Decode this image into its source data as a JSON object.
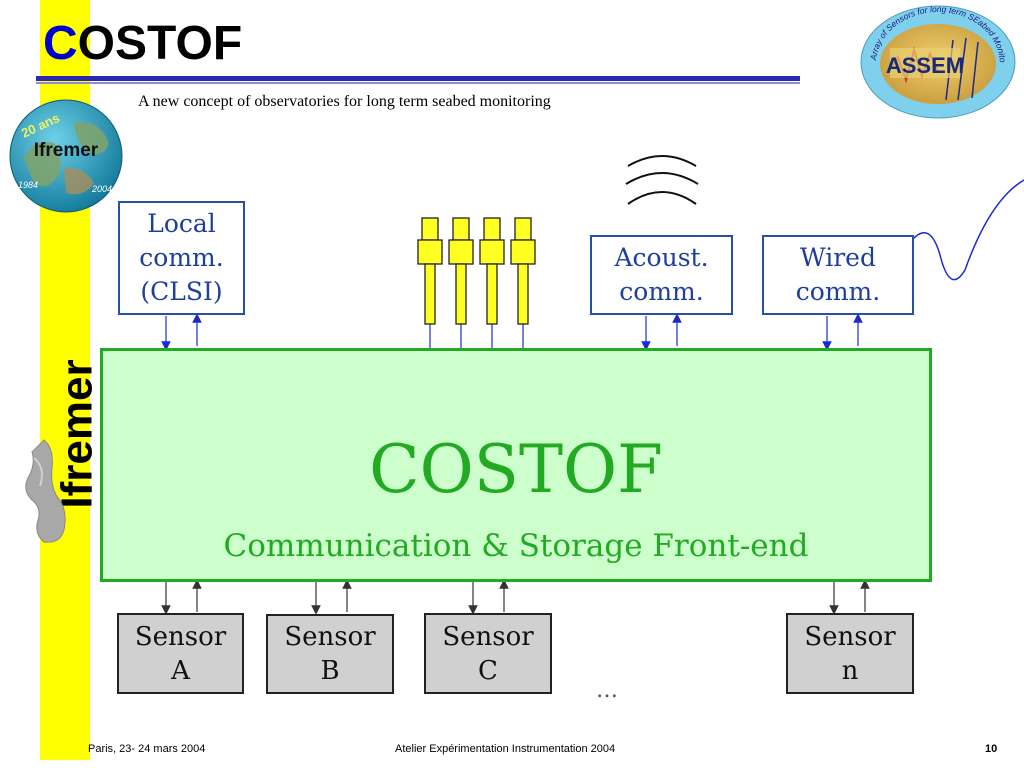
{
  "slide": {
    "title_first_letter": "C",
    "title_rest": "OSTOF",
    "subtitle": "A new concept of observatories for long term seabed monitoring",
    "vertical_label": "Ifremer"
  },
  "logos": {
    "ifremer_badge": "Ifremer",
    "ifremer_badge_years": "20 ans",
    "ifremer_badge_year_left": "1984",
    "ifremer_badge_year_right": "2004",
    "assem_badge": "ASSEM",
    "assem_ring_text": "Array of Sensors for long term SEabed Monitoring of geohazards"
  },
  "diagram": {
    "comm_boxes": [
      {
        "line1": "Local",
        "line2": "comm.",
        "line3": "(CLSI)"
      },
      {
        "line1": "Acoust.",
        "line2": "comm."
      },
      {
        "line1": "Wired",
        "line2": "comm."
      }
    ],
    "main_title": "COSTOF",
    "main_subtitle": "Communication & Storage Front-end",
    "sensors": [
      {
        "line1": "Sensor",
        "line2": "A"
      },
      {
        "line1": "Sensor",
        "line2": "B"
      },
      {
        "line1": "Sensor",
        "line2": "C"
      },
      {
        "line1": "Sensor",
        "line2": "n"
      }
    ],
    "ellipsis": "…"
  },
  "colors": {
    "yellow_bar": "#ffff00",
    "title_accent": "#0000cc",
    "comm_box_text": "#1e3f9a",
    "main_fill": "#ccffcc",
    "main_border": "#22aa22",
    "sensor_fill": "#d0d0d0"
  },
  "footer": {
    "left": "Paris, 23- 24 mars 2004",
    "center": "Atelier Expérimentation Instrumentation 2004",
    "page_number": "10"
  }
}
